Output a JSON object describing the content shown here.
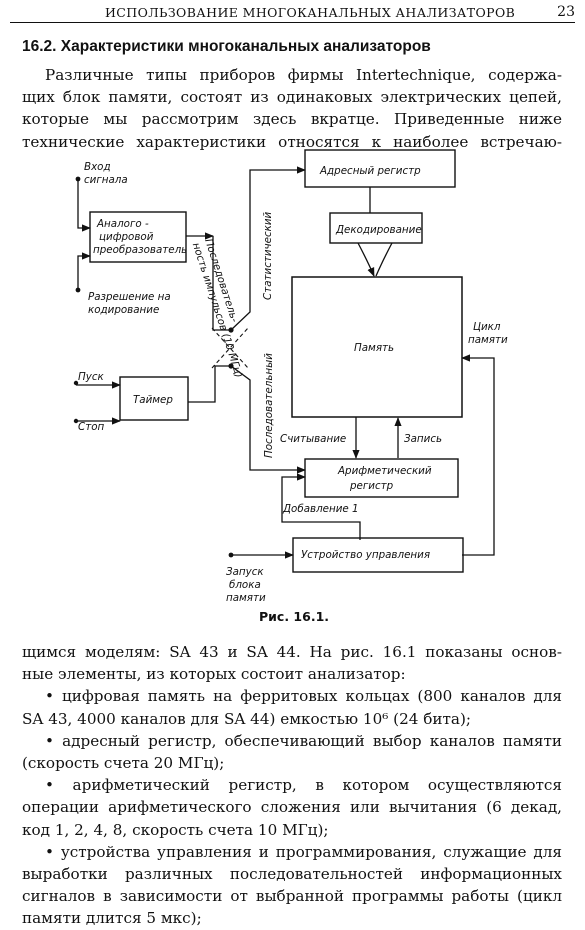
{
  "header": {
    "running_title": "ИСПОЛЬЗОВАНИЕ МНОГОКАНАЛЬНЫХ АНАЛИЗАТОРОВ",
    "page_number": "23"
  },
  "section": {
    "heading": "16.2. Характеристики многоканальных анализаторов",
    "intro_lines": [
      "Различные типы приборов фирмы Intertechnique, содержа-",
      "щих блок памяти, состоят из одинаковых электрических цепей,",
      "которые мы рассмотрим здесь вкратце. Приведенные ниже",
      "технические характеристики относятся к наиболее встречаю-"
    ]
  },
  "figure": {
    "caption": "Рис. 16.1.",
    "labels": {
      "input": [
        "Вход",
        "сигнала"
      ],
      "adc": [
        "Аналого -",
        "цифровой",
        "преобразователь"
      ],
      "enable": [
        "Разрешение на",
        "кодирование"
      ],
      "pulse_seq": [
        "Последователь-",
        "ность импульсов (10 МГц)"
      ],
      "statistical": "Статистический",
      "sequential": "Последовательный",
      "start": "Пуск",
      "stop": "Стоп",
      "timer": "Таймер",
      "address_register": "Адресный регистр",
      "decoding": "Декодирование",
      "memory": "Память",
      "memory_cycle": [
        "Цикл",
        "памяти"
      ],
      "read": "Считывание",
      "write": "Запись",
      "arith_register": [
        "Арифметический",
        "регистр"
      ],
      "add_one": "Добавление 1",
      "control_unit": "Устройство управления",
      "memory_start": [
        "Запуск",
        "блока",
        "памяти"
      ]
    }
  },
  "body": {
    "continuation_lines": [
      "щимся моделям: SA 43 и SA 44. На рис. 16.1 показаны основ-",
      "ные элементы, из которых состоит анализатор:"
    ],
    "items": [
      "• цифровая память на ферритовых кольцах (800 каналов для SA 43, 4000 каналов для SA 44) емкостью 10⁶ (24 бита);",
      "• адресный регистр, обеспечивающий выбор каналов памяти (скорость счета 20 МГц);",
      "• арифметический регистр, в котором осуществляются операции арифметического сложения или вычитания (6 декад, код 1, 2, 4, 8, скорость счета 10 МГц);",
      "• устройства управления и программирования, служащие для выработки различных последовательностей информационных сигналов в зависимости от выбранной программы работы (цикл памяти длится 5 мкс);"
    ]
  }
}
